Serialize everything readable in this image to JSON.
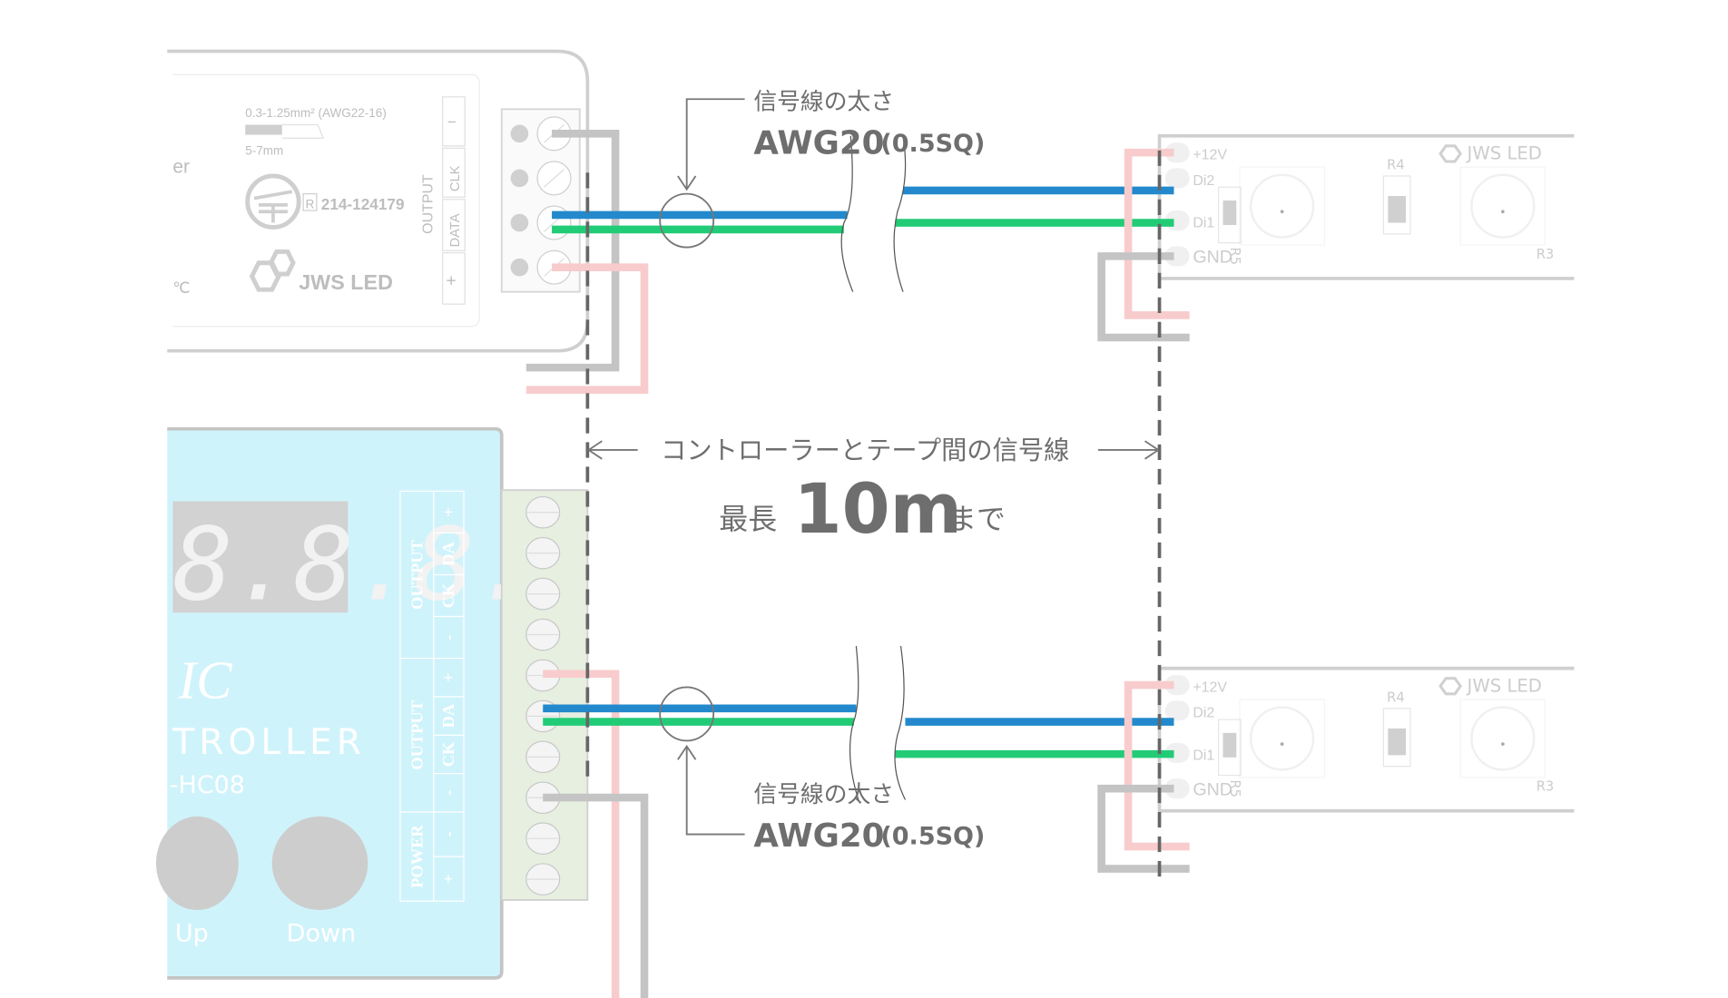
{
  "top_controller": {
    "partial_text_1": "er",
    "partial_text_2": "℃",
    "wire_spec": "0.3-1.25mm² (AWG22-16)",
    "strip_length": "5-7mm",
    "cert_mark": "R",
    "cert_number": "214-124179",
    "brand": "JWS LED",
    "output_label": "OUTPUT",
    "pins": [
      "−",
      "CLK",
      "DATA",
      "+"
    ]
  },
  "bottom_controller": {
    "display": "8.8.8.",
    "title_partial_1": "IC",
    "title_partial_2": "TROLLER",
    "model_partial": "-HC08",
    "buttons": [
      "Up",
      "Down"
    ],
    "groups": [
      {
        "label": "OUTPUT",
        "pins": [
          "+",
          "DA",
          "CK",
          "-"
        ]
      },
      {
        "label": "OUTPUT",
        "pins": [
          "+",
          "DA",
          "CK",
          "-"
        ]
      },
      {
        "label": "POWER",
        "pins": [
          "-",
          "+"
        ]
      }
    ],
    "body_color": "#cff3fb"
  },
  "tape": {
    "pads": [
      "+12V",
      "Di2",
      "Di1",
      "GND"
    ],
    "resistors": [
      "R5",
      "R4",
      "R3"
    ],
    "brand": "JWS LED"
  },
  "callout_top": {
    "label": "信号線の太さ",
    "value": "AWG20",
    "value_sub": "(0.5SQ)"
  },
  "callout_bottom": {
    "label": "信号線の太さ",
    "value": "AWG20",
    "value_sub": "(0.5SQ)"
  },
  "span": {
    "label": "コントローラーとテープ間の信号線",
    "prefix": "最長",
    "value": "10m",
    "suffix": "まで"
  },
  "colors": {
    "data_wire": "#2389cc",
    "clock_wire": "#22cc77",
    "positive_wire": "#f8cccc",
    "ground_wire": "#c4c4c4",
    "guide": "#666666"
  }
}
